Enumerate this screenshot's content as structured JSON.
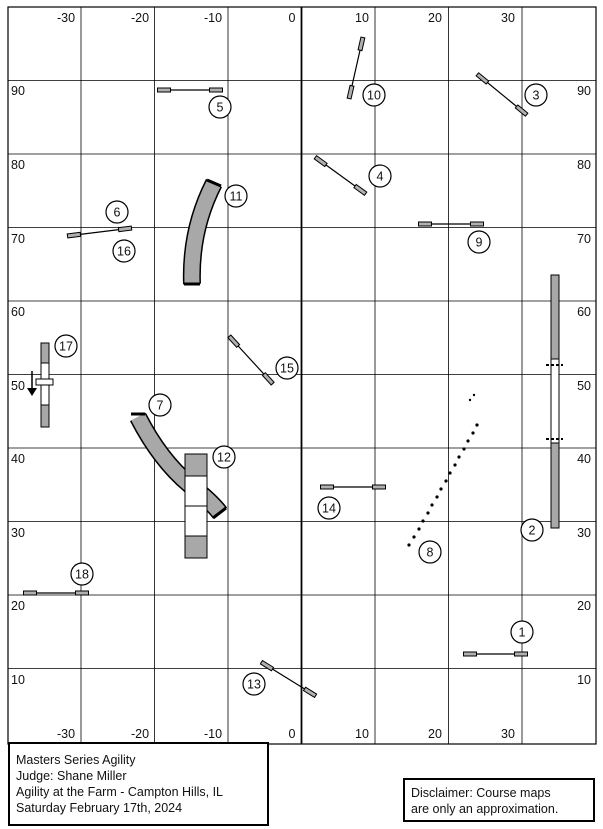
{
  "course": {
    "title": "Masters Series Agility",
    "judge": "Judge:  Shane Miller",
    "venue": "Agility at the Farm - Campton Hills, IL",
    "date": "Saturday February 17th, 2024"
  },
  "disclaimer": {
    "line1": "Disclaimer: Course maps",
    "line2": "are only an approximation."
  },
  "axes": {
    "x_ticks": [
      "-30",
      "-20",
      "-10",
      "0",
      "10",
      "20",
      "30"
    ],
    "y_ticks": [
      "90",
      "80",
      "70",
      "60",
      "50",
      "40",
      "30",
      "20",
      "10"
    ]
  },
  "obstacles": [
    {
      "number": "1",
      "type": "jump"
    },
    {
      "number": "2",
      "type": "dog-walk"
    },
    {
      "number": "3",
      "type": "jump"
    },
    {
      "number": "4",
      "type": "jump"
    },
    {
      "number": "5",
      "type": "jump"
    },
    {
      "number": "6",
      "type": "jump"
    },
    {
      "number": "7",
      "type": "tunnel"
    },
    {
      "number": "8",
      "type": "weave-poles"
    },
    {
      "number": "9",
      "type": "jump"
    },
    {
      "number": "10",
      "type": "jump"
    },
    {
      "number": "11",
      "type": "tunnel"
    },
    {
      "number": "12",
      "type": "a-frame"
    },
    {
      "number": "13",
      "type": "jump"
    },
    {
      "number": "14",
      "type": "jump"
    },
    {
      "number": "15",
      "type": "jump"
    },
    {
      "number": "16",
      "type": "jump"
    },
    {
      "number": "17",
      "type": "table"
    },
    {
      "number": "18",
      "type": "jump"
    }
  ]
}
